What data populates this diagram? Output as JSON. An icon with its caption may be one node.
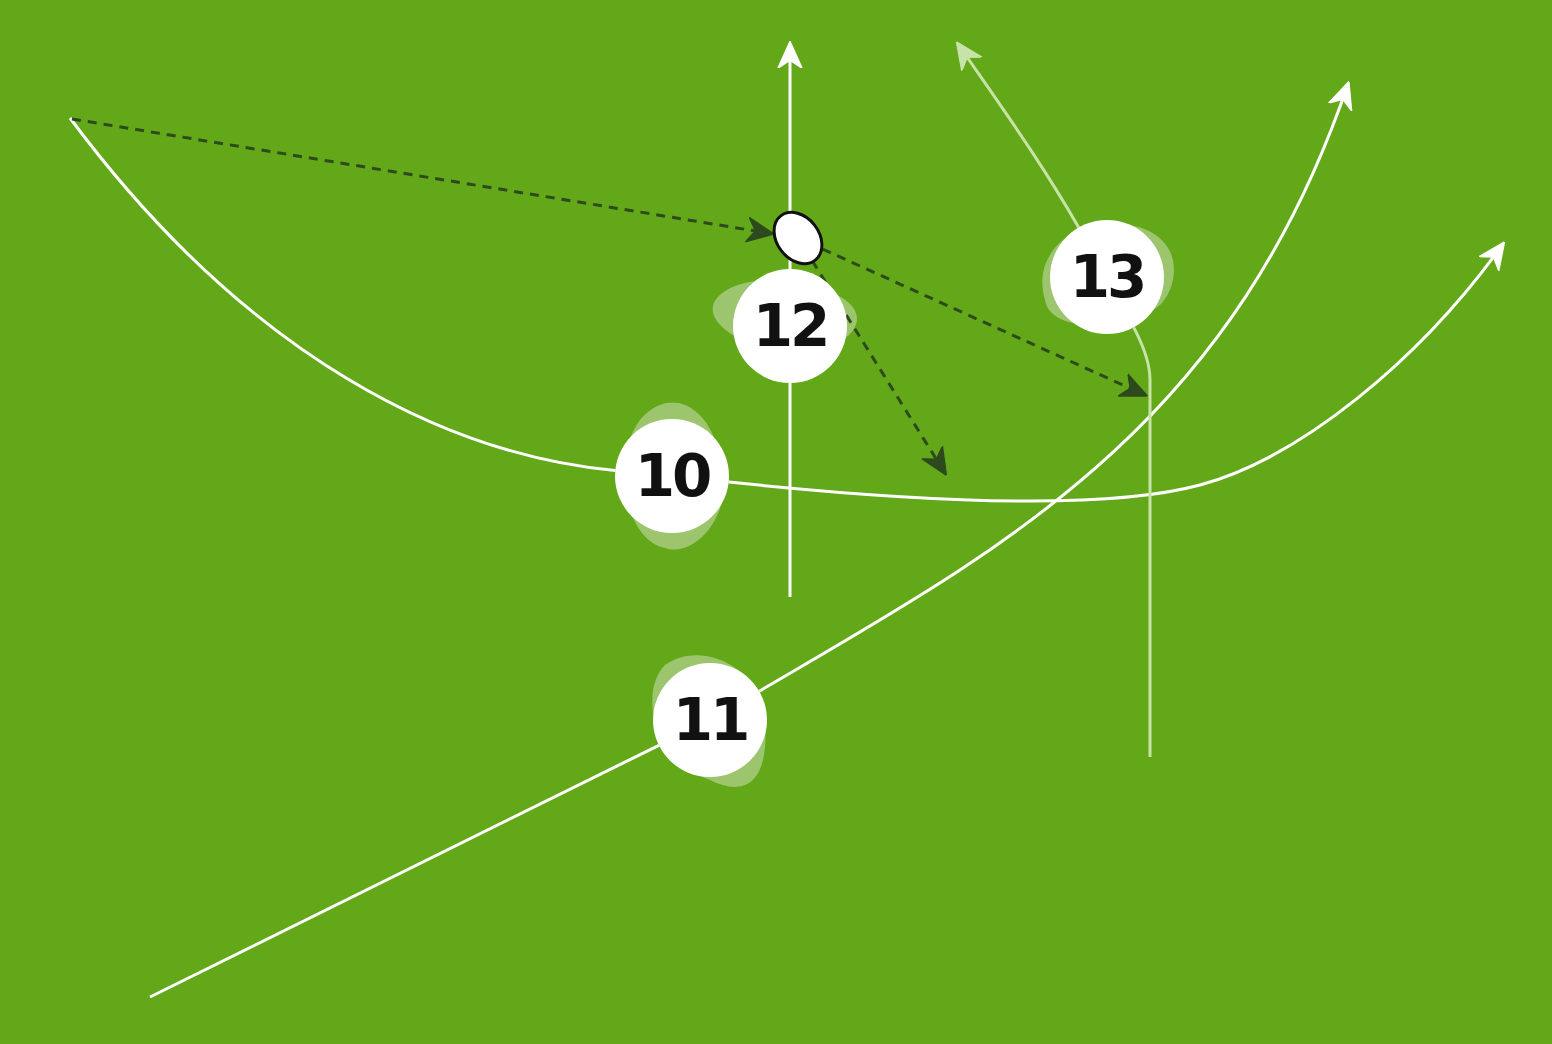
{
  "diagram": {
    "nodes": [
      {
        "text": [],
        "shape": "ellipse"
      },
      {
        "text": [
          "12"
        ]
      },
      {
        "text": [
          "13"
        ]
      },
      {
        "text": [
          "10"
        ]
      },
      {
        "text": [
          "11"
        ]
      }
    ],
    "edges": [
      {
        "from": null,
        "to": 3,
        "arrow": "none"
      },
      {
        "from": 3,
        "to": null,
        "arrow": "to"
      },
      {
        "from": null,
        "to": 4,
        "arrow": "none"
      },
      {
        "from": 4,
        "to": null,
        "arrow": "to"
      },
      {
        "from": null,
        "to": 1,
        "arrow": "none"
      },
      {
        "from": 1,
        "to": null,
        "arrow": "to"
      },
      {
        "from": null,
        "to": 2,
        "arrow": "none",
        "color": "#c8e3a8"
      },
      {
        "from": 2,
        "to": null,
        "arrow": "to",
        "color": "#c8e3a8"
      },
      {
        "from": null,
        "to": 0,
        "arrow": "to",
        "style": "dashed",
        "color": "#2d4a1c"
      },
      {
        "from": 0,
        "to": null,
        "arrow": "to",
        "style": "dashed",
        "color": "#2d4a1c"
      },
      {
        "from": 0,
        "to": null,
        "arrow": "to",
        "style": "dashed",
        "color": "#2d4a1c"
      }
    ]
  }
}
